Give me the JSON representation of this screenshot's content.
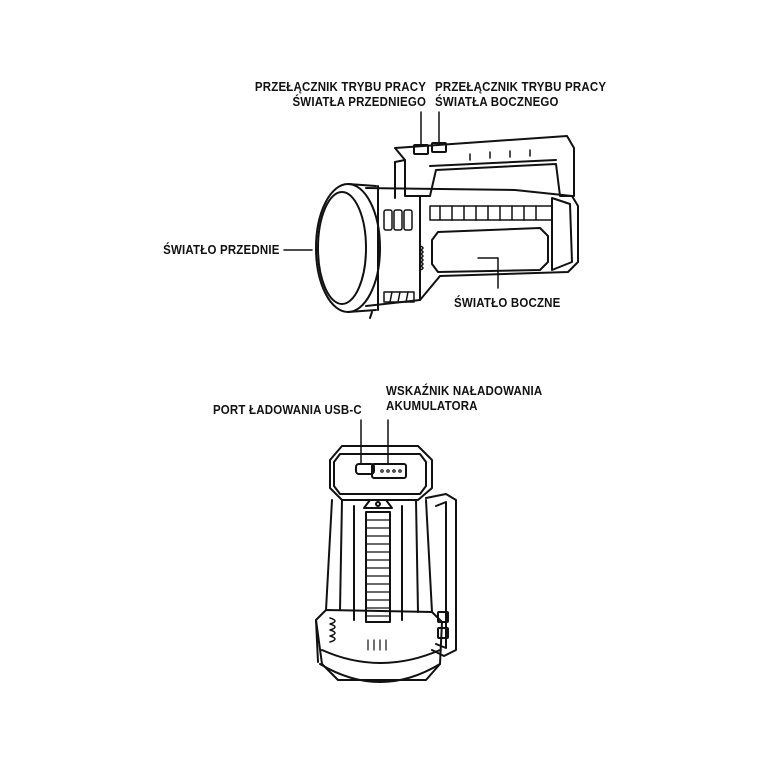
{
  "labels": {
    "front_switch": {
      "line1": "PRZEŁĄCZNIK TRYBU PRACY",
      "line2": "ŚWIATŁA PRZEDNIEGO"
    },
    "side_switch": {
      "line1": "PRZEŁĄCZNIK TRYBU PRACY",
      "line2": "ŚWIATŁA BOCZNEGO"
    },
    "front_light": "ŚWIATŁO PRZEDNIE",
    "side_light": "ŚWIATŁO BOCZNE",
    "usb_port": "PORT ŁADOWANIA USB-C",
    "battery_indicator": {
      "line1": "WSKAŹNIK NAŁADOWANIA",
      "line2": "AKUMULATORA"
    }
  },
  "colors": {
    "line": "#111111",
    "background": "#ffffff"
  }
}
